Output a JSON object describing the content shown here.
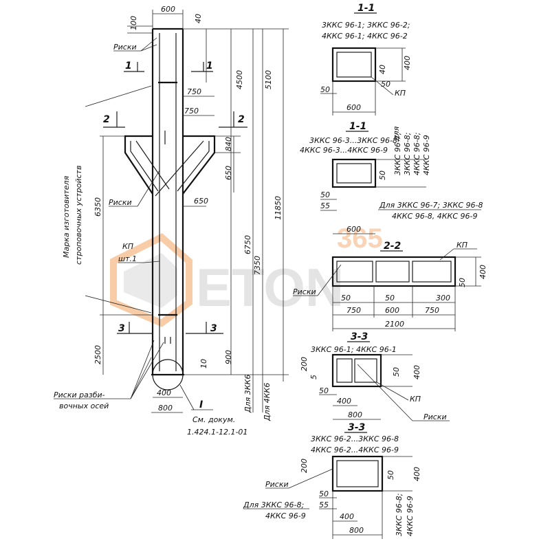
{
  "watermark": {
    "brand": "ETON",
    "number": "365"
  },
  "elevation": {
    "top_width": "600",
    "top_40": "40",
    "top_100": "100",
    "risks_top": "Риски",
    "sec1_mark": "1",
    "sec2_mark": "2",
    "sec3_mark": "3",
    "dim_750a": "750",
    "dim_750b": "750",
    "dim_840": "840",
    "dim_650a": "650",
    "dim_650b": "650",
    "risks_mid": "Риски",
    "kp": "КП",
    "kp_qty": "шт.1",
    "dim_4500": "4500",
    "dim_5100": "5100",
    "dim_6350": "6350",
    "dim_6750": "6750",
    "dim_7350": "7350",
    "dim_11850": "11850",
    "dim_2500": "2500",
    "dim_900": "900",
    "dim_10": "10",
    "dim_400": "400",
    "dim_800": "800",
    "mark_note": "Марка изготовителя",
    "mark_note2": "строповочных устройств",
    "risks_axes_1": "Риски разби-",
    "risks_axes_2": "вочных осей",
    "node_I": "I",
    "ref_1": "См. докум.",
    "ref_2": "1.424.1-12.1-01",
    "for_3kks": "Для 3КК6",
    "for_4kks": "Для 4КК6"
  },
  "sec1a": {
    "title": "1-1",
    "line1": "3ККС 96-1; 3ККС 96-2;",
    "line2": "4ККС 96-1; 4ККС 96-2",
    "d400": "400",
    "d50": "50",
    "d50b": "50",
    "d600": "600",
    "kp": "КП",
    "d40": "40"
  },
  "sec1b": {
    "title": "1-1",
    "line1": "3ККС 96-3...3ККС 96-8",
    "line2": "4ККС 96-3...4ККС 96-9",
    "d50": "50",
    "d55": "55",
    "d600": "600",
    "d50b": "50",
    "v1": "3ККС 96-7;",
    "v2": "3ККС 96-8;",
    "v3": "4ККС 96-8;",
    "v4": "4ККС 96-9",
    "v5": "для",
    "note1": "Для 3ККС 96-7; 3ККС 96-8",
    "note2": "4ККС 96-8, 4ККС 96-9"
  },
  "sec2": {
    "title": "2-2",
    "kp": "КП",
    "risks": "Риски",
    "d50": "50",
    "d50b": "50",
    "d300": "300",
    "d750": "750",
    "d600": "600",
    "d750b": "750",
    "d2100": "2100",
    "d400": "400",
    "d50v": "50"
  },
  "sec3a": {
    "title": "3-3",
    "line1": "3ККС 96-1; 4ККС 96-1",
    "d200": "200",
    "d5": "5",
    "d50": "50",
    "d400": "400",
    "d400b": "400",
    "d800": "800",
    "d50b": "50",
    "kp": "КП",
    "risks": "Риски"
  },
  "sec3b": {
    "title": "3-3",
    "line1": "3ККС 96-2...3ККС 96-8",
    "line2": "4ККС 96-2...4ККС 96-9",
    "d200": "200",
    "d50": "50",
    "d55": "55",
    "d400": "400",
    "d800": "800",
    "d400v": "400",
    "d50v": "50",
    "risks": "Риски",
    "note1": "Для 3ККС 96-8;",
    "note2": "4ККС 96-9",
    "vnote1": "3ККС 96-8;",
    "vnote2": "4ККС 96-9"
  }
}
